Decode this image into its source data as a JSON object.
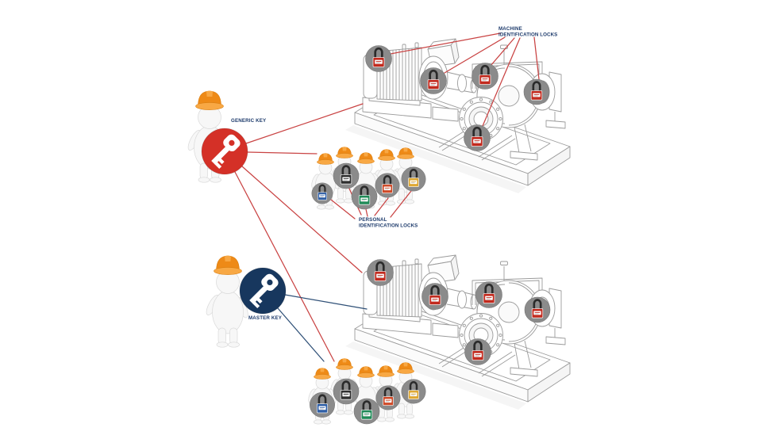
{
  "diagram": {
    "labels": {
      "machine_locks_line1": "MACHINE",
      "machine_locks_line2": "IDENTIFICATION LOCKS",
      "personal_locks_line1": "PERSONAL",
      "personal_locks_line2": "IDENTIFICATION LOCKS",
      "generic_key": "GENERIC KEY",
      "master_key": "MASTER KEY"
    },
    "colors": {
      "label_text": "#1c3a6b",
      "generic_key_line": "#c94343",
      "master_key_line": "#2f5077",
      "generic_key_badge": "#d43027",
      "master_key_badge": "#17375e",
      "lock_disc": "#8b8b8b",
      "machine_lock_body": "#c22a1e",
      "hard_hat": "#ee8a17",
      "hard_hat_light": "#f8a844",
      "machine_line": "#9b9b9b"
    },
    "personal_lock_colors": [
      "#2e5ea6",
      "#2f2f2f",
      "#1f8a57",
      "#cf4a28",
      "#dfa832"
    ],
    "personal_lock_names": [
      "blue",
      "black",
      "green",
      "orange",
      "yellow"
    ],
    "machines": [
      {
        "name": "machine-top",
        "lock_count": 5
      },
      {
        "name": "machine-bottom",
        "lock_count": 5
      }
    ],
    "worker_groups": [
      {
        "name": "personal-group-top",
        "worker_count": 5
      },
      {
        "name": "personal-group-bottom",
        "worker_count": 5
      }
    ],
    "connections": [
      {
        "from": "generic-key",
        "to": "machine-top",
        "color": "red"
      },
      {
        "from": "generic-key",
        "to": "personal-group-top",
        "color": "red"
      },
      {
        "from": "generic-key",
        "to": "machine-bottom",
        "color": "red"
      },
      {
        "from": "generic-key",
        "to": "personal-group-bottom",
        "color": "red"
      },
      {
        "from": "master-key",
        "to": "machine-bottom",
        "color": "blue"
      },
      {
        "from": "master-key",
        "to": "personal-group-bottom",
        "color": "blue"
      }
    ]
  }
}
